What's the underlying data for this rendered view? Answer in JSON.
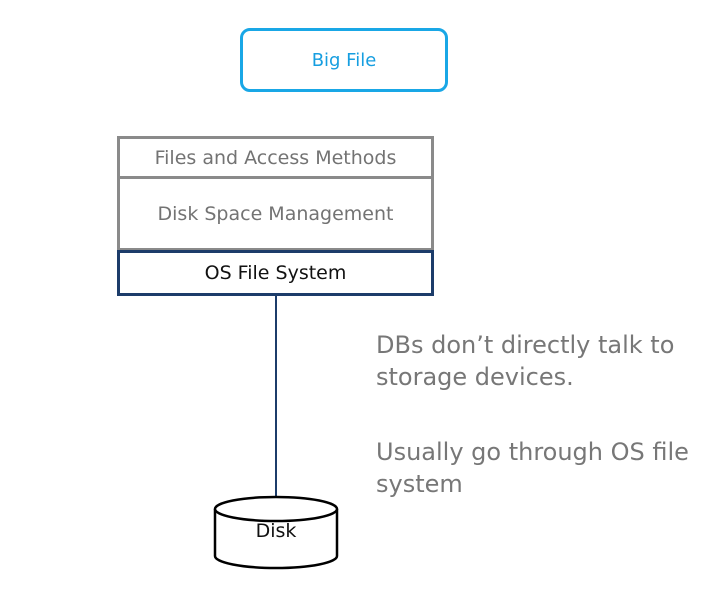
{
  "diagram": {
    "top_box": "Big File",
    "layers": {
      "files": "Files and Access Methods",
      "disk_space": "Disk Space Management",
      "os_fs": "OS File System"
    },
    "disk": "Disk",
    "notes": {
      "line1": "DBs don’t directly talk to storage devices.",
      "line2": "Usually go through OS file system"
    }
  },
  "colors": {
    "big_file_border": "#19a7e6",
    "big_file_text": "#169ee0",
    "layer_border": "#8a8a8a",
    "os_border": "#1c3c6a",
    "note_text": "#777777"
  }
}
